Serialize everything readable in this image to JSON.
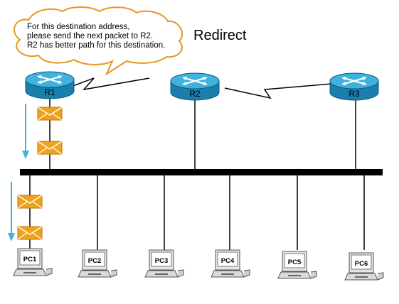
{
  "title": "Redirect",
  "bubble": {
    "lines": [
      "For this destination address,",
      "please send the next packet to R2.",
      "R2 has better path for this destination."
    ]
  },
  "routers": [
    {
      "id": "r1",
      "label": "R1"
    },
    {
      "id": "r2",
      "label": "R2"
    },
    {
      "id": "r3",
      "label": "R3"
    }
  ],
  "pcs": [
    {
      "id": "pc1",
      "label": "PC1"
    },
    {
      "id": "pc2",
      "label": "PC2"
    },
    {
      "id": "pc3",
      "label": "PC3"
    },
    {
      "id": "pc4",
      "label": "PC4"
    },
    {
      "id": "pc5",
      "label": "PC5"
    },
    {
      "id": "pc6",
      "label": "PC6"
    }
  ],
  "colors": {
    "router": "#1f8fc0",
    "router_top": "#3fb3dd",
    "bubble_border": "#e8971e",
    "envelope": "#f0a21a",
    "arrow": "#3cb4e6",
    "bus": "#000000"
  }
}
